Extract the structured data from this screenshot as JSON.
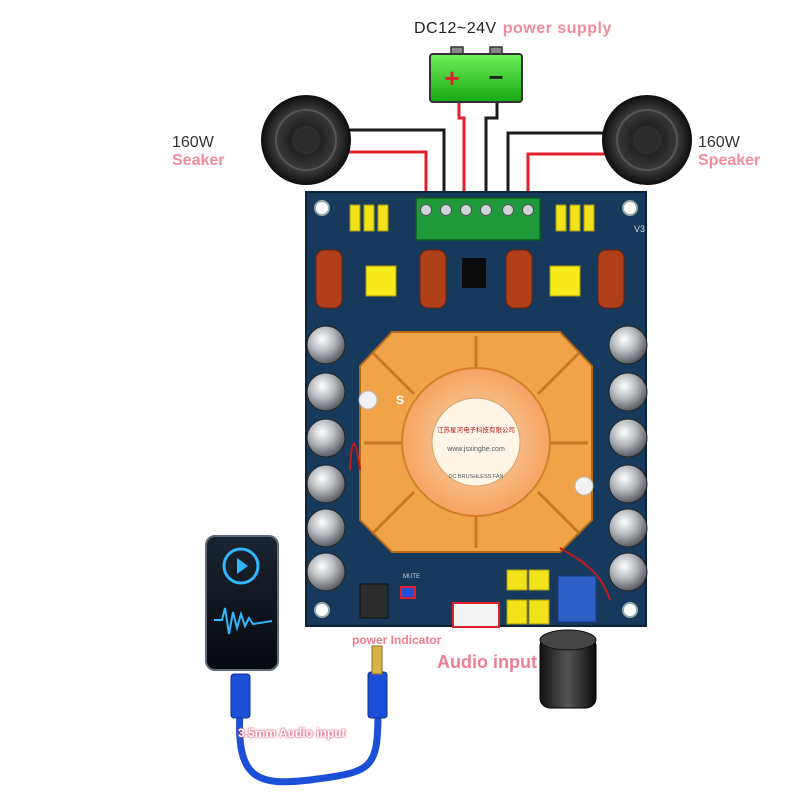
{
  "power": {
    "voltage": "DC12~24V",
    "label": "power supply",
    "plus": "+",
    "minus": "−"
  },
  "speaker_left": {
    "watt": "160W",
    "label": "Seaker"
  },
  "speaker_right": {
    "watt": "160W",
    "label": "Speaker"
  },
  "board": {
    "version": "V3",
    "mute": "MUTE",
    "fan_marker": "S",
    "fan_company": "江苏星河电子科技有限公司",
    "fan_url": "www.jsxinghe.com",
    "fan_brushless": "DC BRUSHLESS FAN"
  },
  "labels": {
    "power_indicator": "power Indicator",
    "audio_input": "Audio input",
    "jack_audio": "3.5mm  Audio input"
  },
  "colors": {
    "battery": "#22c41c",
    "wire_red": "#e0202a",
    "wire_black": "#1a1a1a",
    "pcb": "#173a5c",
    "label_pink": "#f28b9c",
    "cable_blue": "#1c4fd8",
    "heatsink": "#f0a348"
  }
}
